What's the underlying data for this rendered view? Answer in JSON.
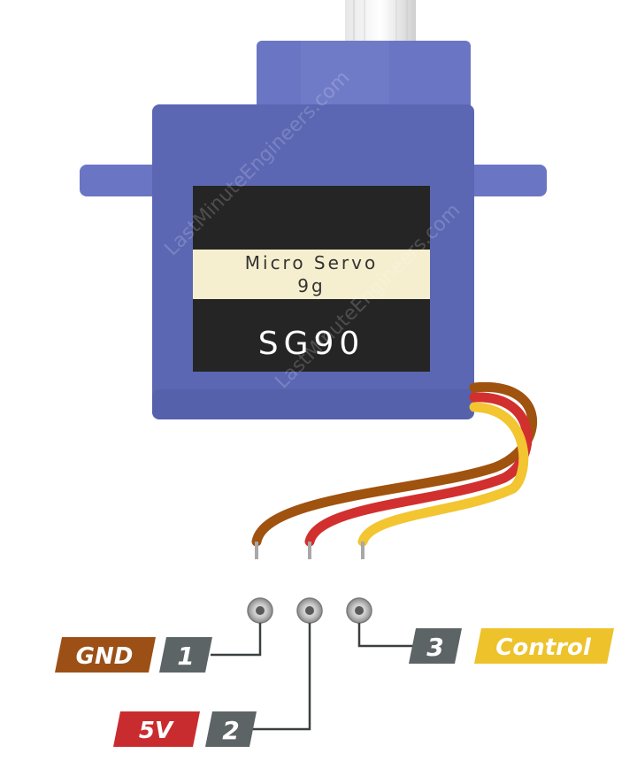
{
  "servo": {
    "label_line1": "Micro Servo",
    "label_line2": "9g",
    "model": "SG90",
    "watermark": "LastMinuteEngineers.com"
  },
  "pins": [
    {
      "number": "1",
      "name": "GND"
    },
    {
      "number": "2",
      "name": "5V"
    },
    {
      "number": "3",
      "name": "Control"
    }
  ],
  "colors": {
    "body": "#5b67b3",
    "body_dark": "#4a559e",
    "horn": "#6a76c4",
    "sticker_black": "#252525",
    "sticker_cream": "#f6efcf",
    "wire_gnd": "#a0520f",
    "wire_5v": "#d22f2f",
    "wire_control": "#f2c531",
    "label_gnd": "#9c5016",
    "label_5v": "#c92c2f",
    "label_control": "#edc22b",
    "pin_number_bg": "#5d6466",
    "leader_line": "#3a3f41"
  }
}
